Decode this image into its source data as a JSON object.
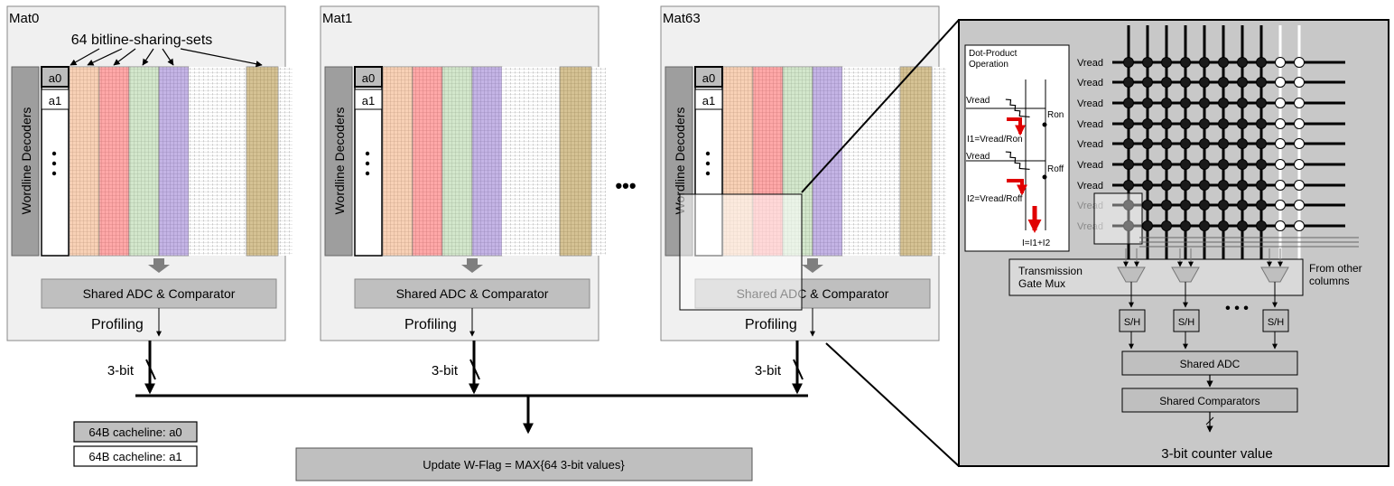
{
  "mats": [
    {
      "title": "Mat0",
      "rows": [
        "a0",
        "a1"
      ],
      "decoder_label": "Wordline Decoders",
      "adc_label": "Shared ADC & Comparator",
      "profiling_label": "Profiling",
      "bit_label": "3-bit"
    },
    {
      "title": "Mat1",
      "rows": [
        "a0",
        "a1"
      ],
      "decoder_label": "Wordline Decoders",
      "adc_label": "Shared ADC & Comparator",
      "profiling_label": "Profiling",
      "bit_label": "3-bit"
    },
    {
      "title": "Mat63",
      "rows": [
        "a0",
        "a1"
      ],
      "decoder_label": "Wordline Decoders",
      "adc_label": "Shared ADC & Comparator",
      "profiling_label": "Profiling",
      "bit_label": "3-bit"
    }
  ],
  "bitline_sets_label": "64 bitline-sharing-sets",
  "ellipsis": "•••",
  "column_colors": [
    "#f4b183",
    "#ff6b6b",
    "#b6d7a8",
    "#9b7fd4",
    "#bfa15a"
  ],
  "cachelines": [
    "64B cacheline: a0",
    "64B cacheline: a1"
  ],
  "update_label": "Update W-Flag = MAX{64 3-bit values}",
  "detail": {
    "dot_product": {
      "title": "Dot-Product Operation",
      "vread_top": "Vread",
      "vread_bottom": "Vread",
      "ron": "Ron",
      "roff": "Roff",
      "i1": "I1=Vread/Ron",
      "i2": "I2=Vread/Roff",
      "i_total": "I=I1+I2"
    },
    "vread_label": "Vread",
    "mux_label": "Transmission Gate Mux",
    "other_columns": "From other columns",
    "sh_label": "S/H",
    "adc_label": "Shared ADC",
    "comparators_label": "Shared Comparators",
    "output_label": "3-bit counter value",
    "ellipsis": "• • •"
  }
}
